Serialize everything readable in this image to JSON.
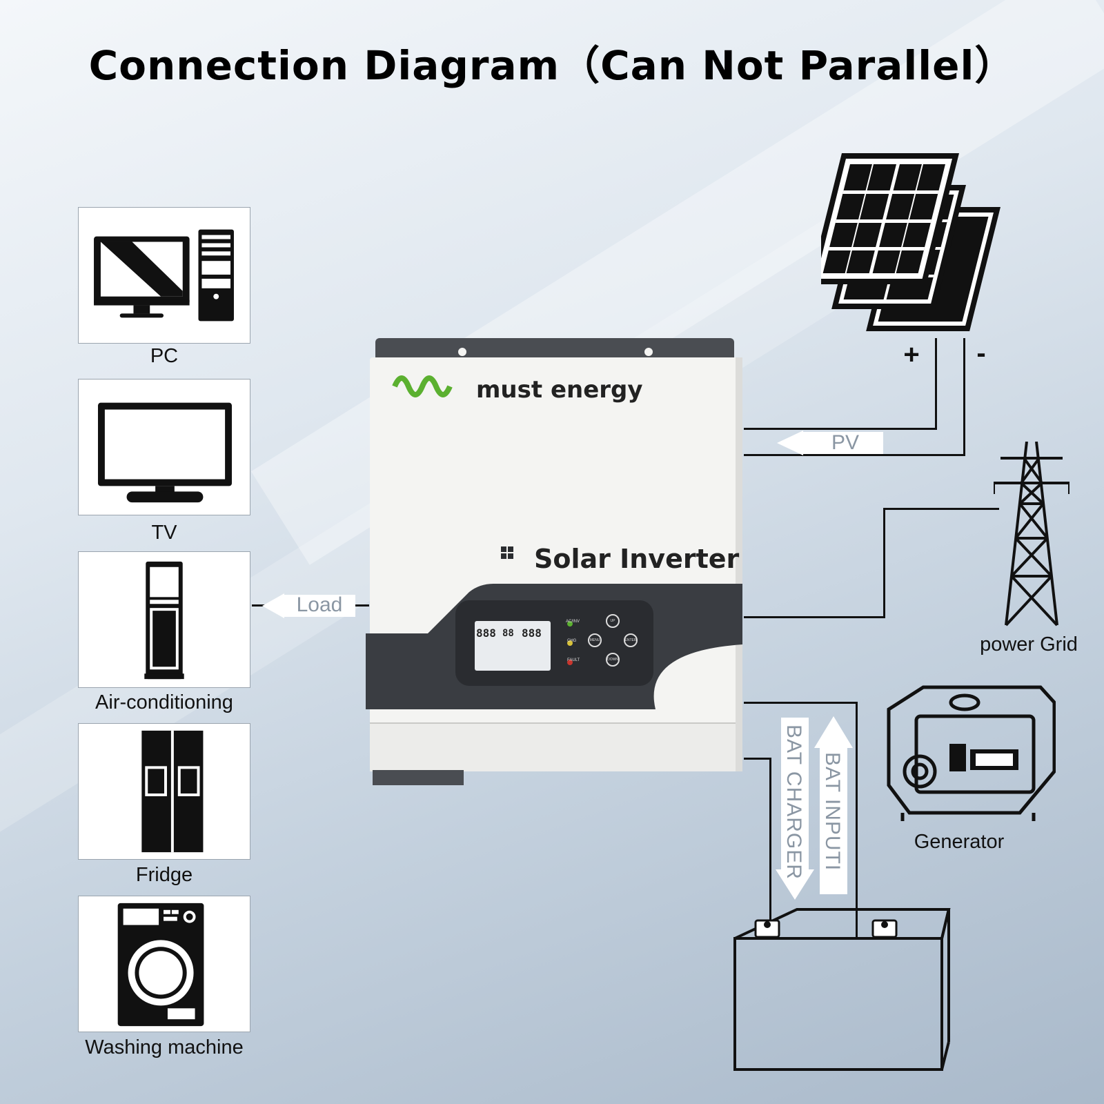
{
  "title": "Connection Diagram（Can Not Parallel）",
  "appliances": [
    {
      "label": "PC",
      "icon": "pc-icon"
    },
    {
      "label": "TV",
      "icon": "tv-icon"
    },
    {
      "label": "Air-conditioning",
      "icon": "air-conditioner-icon"
    },
    {
      "label": "Fridge",
      "icon": "fridge-icon"
    },
    {
      "label": "Washing machine",
      "icon": "washing-machine-icon"
    }
  ],
  "inverter": {
    "brand": "must energy",
    "product": "Solar Inverter",
    "lcd_digits": [
      "888",
      "88",
      "888"
    ],
    "indicators": [
      "AC/INV",
      "CHG",
      "FAULT"
    ],
    "buttons": [
      "UP",
      "MENU",
      "ENTER",
      "DOWN"
    ]
  },
  "connections": {
    "load": "Load",
    "pv": "PV",
    "pv_plus": "+",
    "pv_minus": "-",
    "bat_charger": "BAT CHARGER",
    "bat_input": "BAT INPUTI"
  },
  "sources": {
    "grid": "power Grid",
    "generator": "Generator"
  },
  "colors": {
    "accent_green": "#5bb030",
    "panel_dark": "#3a3d42"
  }
}
